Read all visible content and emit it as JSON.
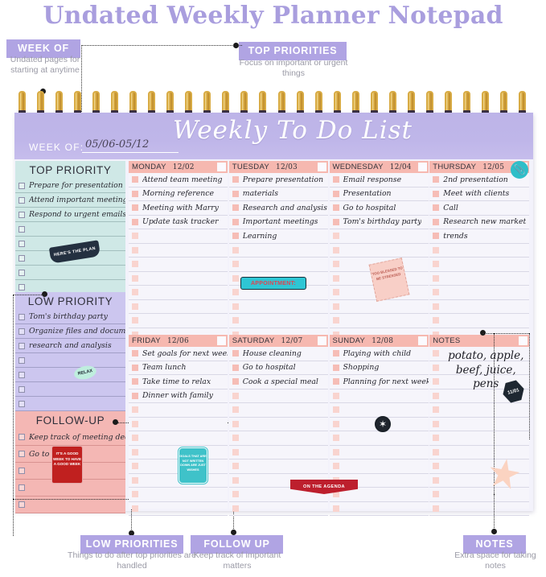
{
  "page": {
    "title": "Undated Weekly Planner Notepad"
  },
  "callouts": [
    {
      "id": "week-of",
      "label": "WEEK OF",
      "sub": "Undated pages for starting at anytime"
    },
    {
      "id": "top-priorities",
      "label": "TOP PRIORITIES",
      "sub": "Focus on important or urgent things"
    },
    {
      "id": "low-priorities",
      "label": "LOW PRIORITIES",
      "sub": "Things to do after top priorities are handled"
    },
    {
      "id": "follow-up",
      "label": "FOLLOW UP",
      "sub": "Keep track of important matters"
    },
    {
      "id": "notes",
      "label": "NOTES",
      "sub": "Extra space for taking notes"
    }
  ],
  "pad": {
    "script_title": "Weekly To Do List",
    "week_of_label": "WEEK OF:",
    "week_of_value": "05/06-05/12"
  },
  "panels": [
    {
      "id": "top-priority",
      "title": "TOP PRIORITY",
      "rows": 8,
      "items": [
        "Prepare for presentation",
        "Attend important meetings",
        "Respond to urgent emails",
        "",
        "",
        "",
        "",
        ""
      ]
    },
    {
      "id": "low-priority",
      "title": "LOW PRIORITY",
      "rows": 8,
      "items": [
        "Tom's birthday party",
        "Organize files and documents",
        "research and analysis",
        "",
        "",
        "",
        "",
        ""
      ]
    },
    {
      "id": "follow-up",
      "title": "FOLLOW-UP",
      "rows": 5,
      "items": [
        "Keep track of meeting decisions",
        "Go to hospital",
        "",
        "",
        ""
      ]
    }
  ],
  "week": {
    "rows_per_day": 12,
    "days": [
      {
        "id": "monday",
        "name": "MONDAY",
        "date": "12/02",
        "items": [
          "Attend  team meeting",
          "Morning reference",
          "Meeting with Marry",
          "Update task tracker",
          "",
          "",
          "",
          "",
          "",
          "",
          "",
          ""
        ]
      },
      {
        "id": "tuesday",
        "name": "TUESDAY",
        "date": "12/03",
        "items": [
          "Prepare presentation",
          "materials",
          "Research and analysis",
          "Important meetings",
          "Learning",
          "",
          "",
          "",
          "",
          "",
          "",
          ""
        ]
      },
      {
        "id": "wednesday",
        "name": "WEDNESDAY",
        "date": "12/04",
        "items": [
          "Email response",
          "Presentation",
          "Go to hospital",
          "Tom's birthday party",
          "",
          "",
          "",
          "",
          "",
          "",
          "",
          ""
        ]
      },
      {
        "id": "thursday",
        "name": "THURSDAY",
        "date": "12/05",
        "items": [
          "2nd presentation",
          "Meet with clients",
          "Call",
          "Research new market",
          "trends",
          "",
          "",
          "",
          "",
          "",
          "",
          ""
        ]
      },
      {
        "id": "friday",
        "name": "FRIDAY",
        "date": "12/06",
        "items": [
          "Set goals for next week",
          "Team lunch",
          "Take time to relax",
          "Dinner with family",
          "",
          "",
          "",
          "",
          "",
          "",
          "",
          ""
        ]
      },
      {
        "id": "saturday",
        "name": "SATURDAY",
        "date": "12/07",
        "items": [
          "House cleaning",
          "Go to hospital",
          "Cook a special meal",
          "",
          "",
          "",
          "",
          "",
          "",
          "",
          "",
          ""
        ]
      },
      {
        "id": "sunday",
        "name": "SUNDAY",
        "date": "12/08",
        "items": [
          "Playing with child",
          "Shopping",
          "Planning for next week",
          "",
          "",
          "",
          "",
          "",
          "",
          "",
          "",
          ""
        ]
      },
      {
        "id": "notes",
        "name": "NOTES",
        "date": "",
        "items": [
          "",
          "",
          "",
          "",
          "",
          "",
          "",
          "",
          "",
          "",
          "",
          ""
        ],
        "freeform": "potato, apple, beef, juice, pens"
      }
    ]
  },
  "stickers": [
    {
      "id": "heres-the-plan",
      "text": "HERE'S THE PLAN"
    },
    {
      "id": "relax",
      "text": "RELAX"
    },
    {
      "id": "good-week",
      "text": "IT'S A GOOD WEEK TO HAVE A GOOD WEEK"
    },
    {
      "id": "appointment",
      "text": "APPOINTMENT:"
    },
    {
      "id": "too-blessed",
      "text": "TOO BLESSED TO BE STRESSED"
    },
    {
      "id": "goals-wishes",
      "text": "GOALS THAT ARE NOT WRITTEN DOWN ARE JUST WISHES"
    },
    {
      "id": "on-the-agenda",
      "text": "ON THE AGENDA"
    },
    {
      "id": "date-hex",
      "text": "11/01"
    },
    {
      "id": "sun-badge",
      "icon": "sun-icon"
    },
    {
      "id": "star-badge",
      "icon": "star-icon"
    },
    {
      "id": "clip-badge",
      "icon": "paperclip-icon"
    }
  ],
  "colors": {
    "title_purple": "#a99ede",
    "chip_purple": "#b0a4e3",
    "header_band": "#bdb4e8",
    "day_header_pink": "#f6b8b0",
    "top_priority_teal": "#cfe8e6",
    "low_priority_lilac": "#ccc6ef",
    "follow_up_salmon": "#f4b7b4",
    "spiral_gold": "#d8ab44"
  }
}
